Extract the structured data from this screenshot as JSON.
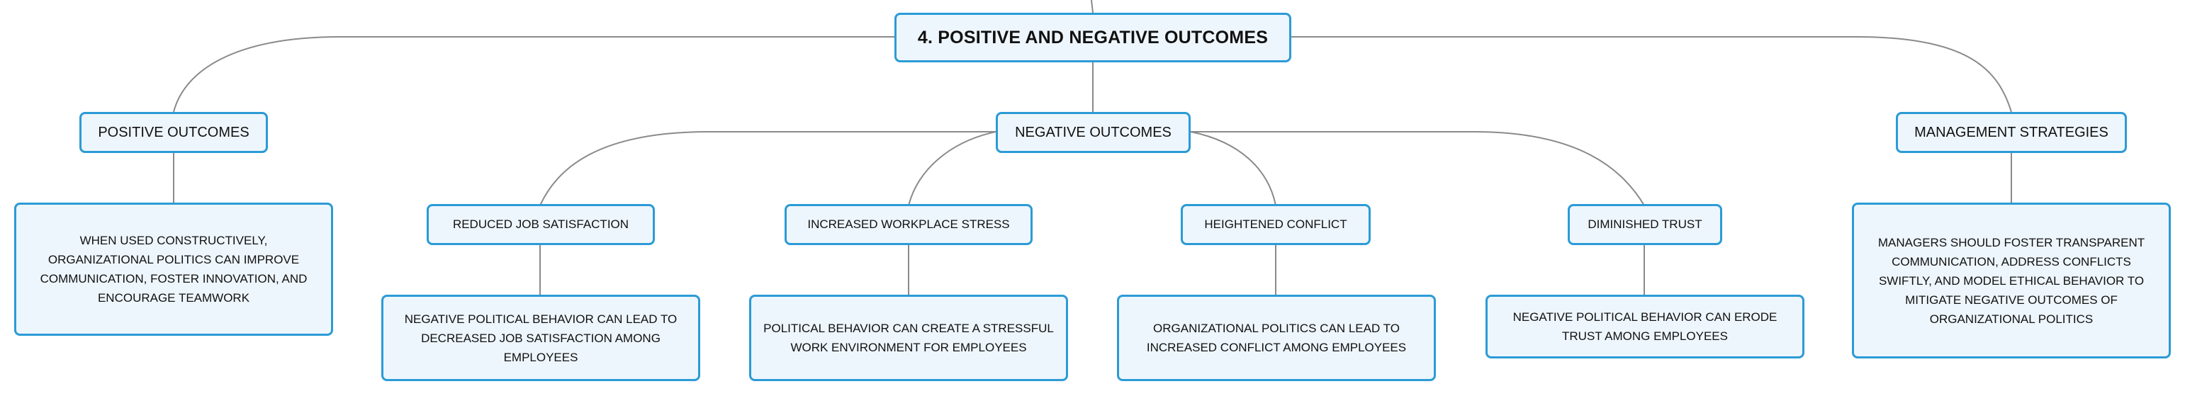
{
  "diagram": {
    "root": {
      "label": "4. POSITIVE AND NEGATIVE OUTCOMES"
    },
    "positive": {
      "label": "POSITIVE OUTCOMES",
      "detail": "WHEN USED CONSTRUCTIVELY, ORGANIZATIONAL POLITICS CAN IMPROVE COMMUNICATION, FOSTER INNOVATION, AND ENCOURAGE TEAMWORK"
    },
    "negative": {
      "label": "NEGATIVE OUTCOMES",
      "children": [
        {
          "label": "REDUCED JOB SATISFACTION",
          "detail": "NEGATIVE POLITICAL BEHAVIOR CAN LEAD TO DECREASED JOB SATISFACTION AMONG EMPLOYEES"
        },
        {
          "label": "INCREASED WORKPLACE STRESS",
          "detail": "POLITICAL BEHAVIOR CAN CREATE A STRESSFUL WORK ENVIRONMENT FOR EMPLOYEES"
        },
        {
          "label": "HEIGHTENED CONFLICT",
          "detail": "ORGANIZATIONAL POLITICS CAN LEAD TO INCREASED CONFLICT AMONG EMPLOYEES"
        },
        {
          "label": "DIMINISHED TRUST",
          "detail": "NEGATIVE POLITICAL BEHAVIOR CAN ERODE TRUST AMONG EMPLOYEES"
        }
      ]
    },
    "management": {
      "label": "MANAGEMENT STRATEGIES",
      "detail": "MANAGERS SHOULD FOSTER TRANSPARENT COMMUNICATION, ADDRESS CONFLICTS SWIFTLY, AND MODEL ETHICAL BEHAVIOR TO MITIGATE NEGATIVE OUTCOMES OF ORGANIZATIONAL POLITICS"
    }
  },
  "colors": {
    "node_border": "#2b9bd6",
    "node_fill": "#eef6fd",
    "connector": "#8a8a8a",
    "text": "#111111"
  }
}
